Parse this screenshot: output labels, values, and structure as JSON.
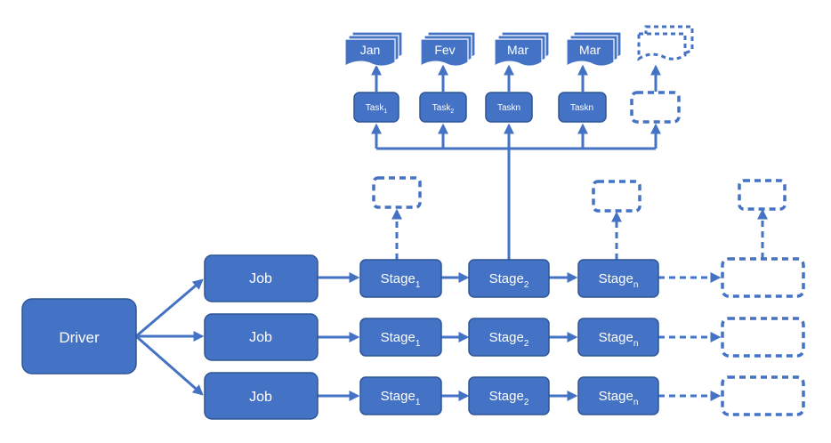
{
  "driver": {
    "label": "Driver"
  },
  "jobs": [
    {
      "label": "Job",
      "stages": [
        {
          "base": "Stage",
          "sub": "1"
        },
        {
          "base": "Stage",
          "sub": "2"
        },
        {
          "base": "Stage",
          "sub": "n"
        }
      ]
    },
    {
      "label": "Job",
      "stages": [
        {
          "base": "Stage",
          "sub": "1"
        },
        {
          "base": "Stage",
          "sub": "2"
        },
        {
          "base": "Stage",
          "sub": "n"
        }
      ]
    },
    {
      "label": "Job",
      "stages": [
        {
          "base": "Stage",
          "sub": "1"
        },
        {
          "base": "Stage",
          "sub": "2"
        },
        {
          "base": "Stage",
          "sub": "n"
        }
      ]
    }
  ],
  "tasks": [
    {
      "base": "Task",
      "sub": "1",
      "file": "Jan"
    },
    {
      "base": "Task",
      "sub": "2",
      "file": "Fev"
    },
    {
      "base": "Taskn",
      "sub": "",
      "file": "Mar"
    },
    {
      "base": "Taskn",
      "sub": "",
      "file": "Mar"
    }
  ],
  "colors": {
    "box_fill": "#4472c4",
    "box_border": "#2f5597",
    "text": "#ffffff",
    "background": "#ffffff"
  }
}
